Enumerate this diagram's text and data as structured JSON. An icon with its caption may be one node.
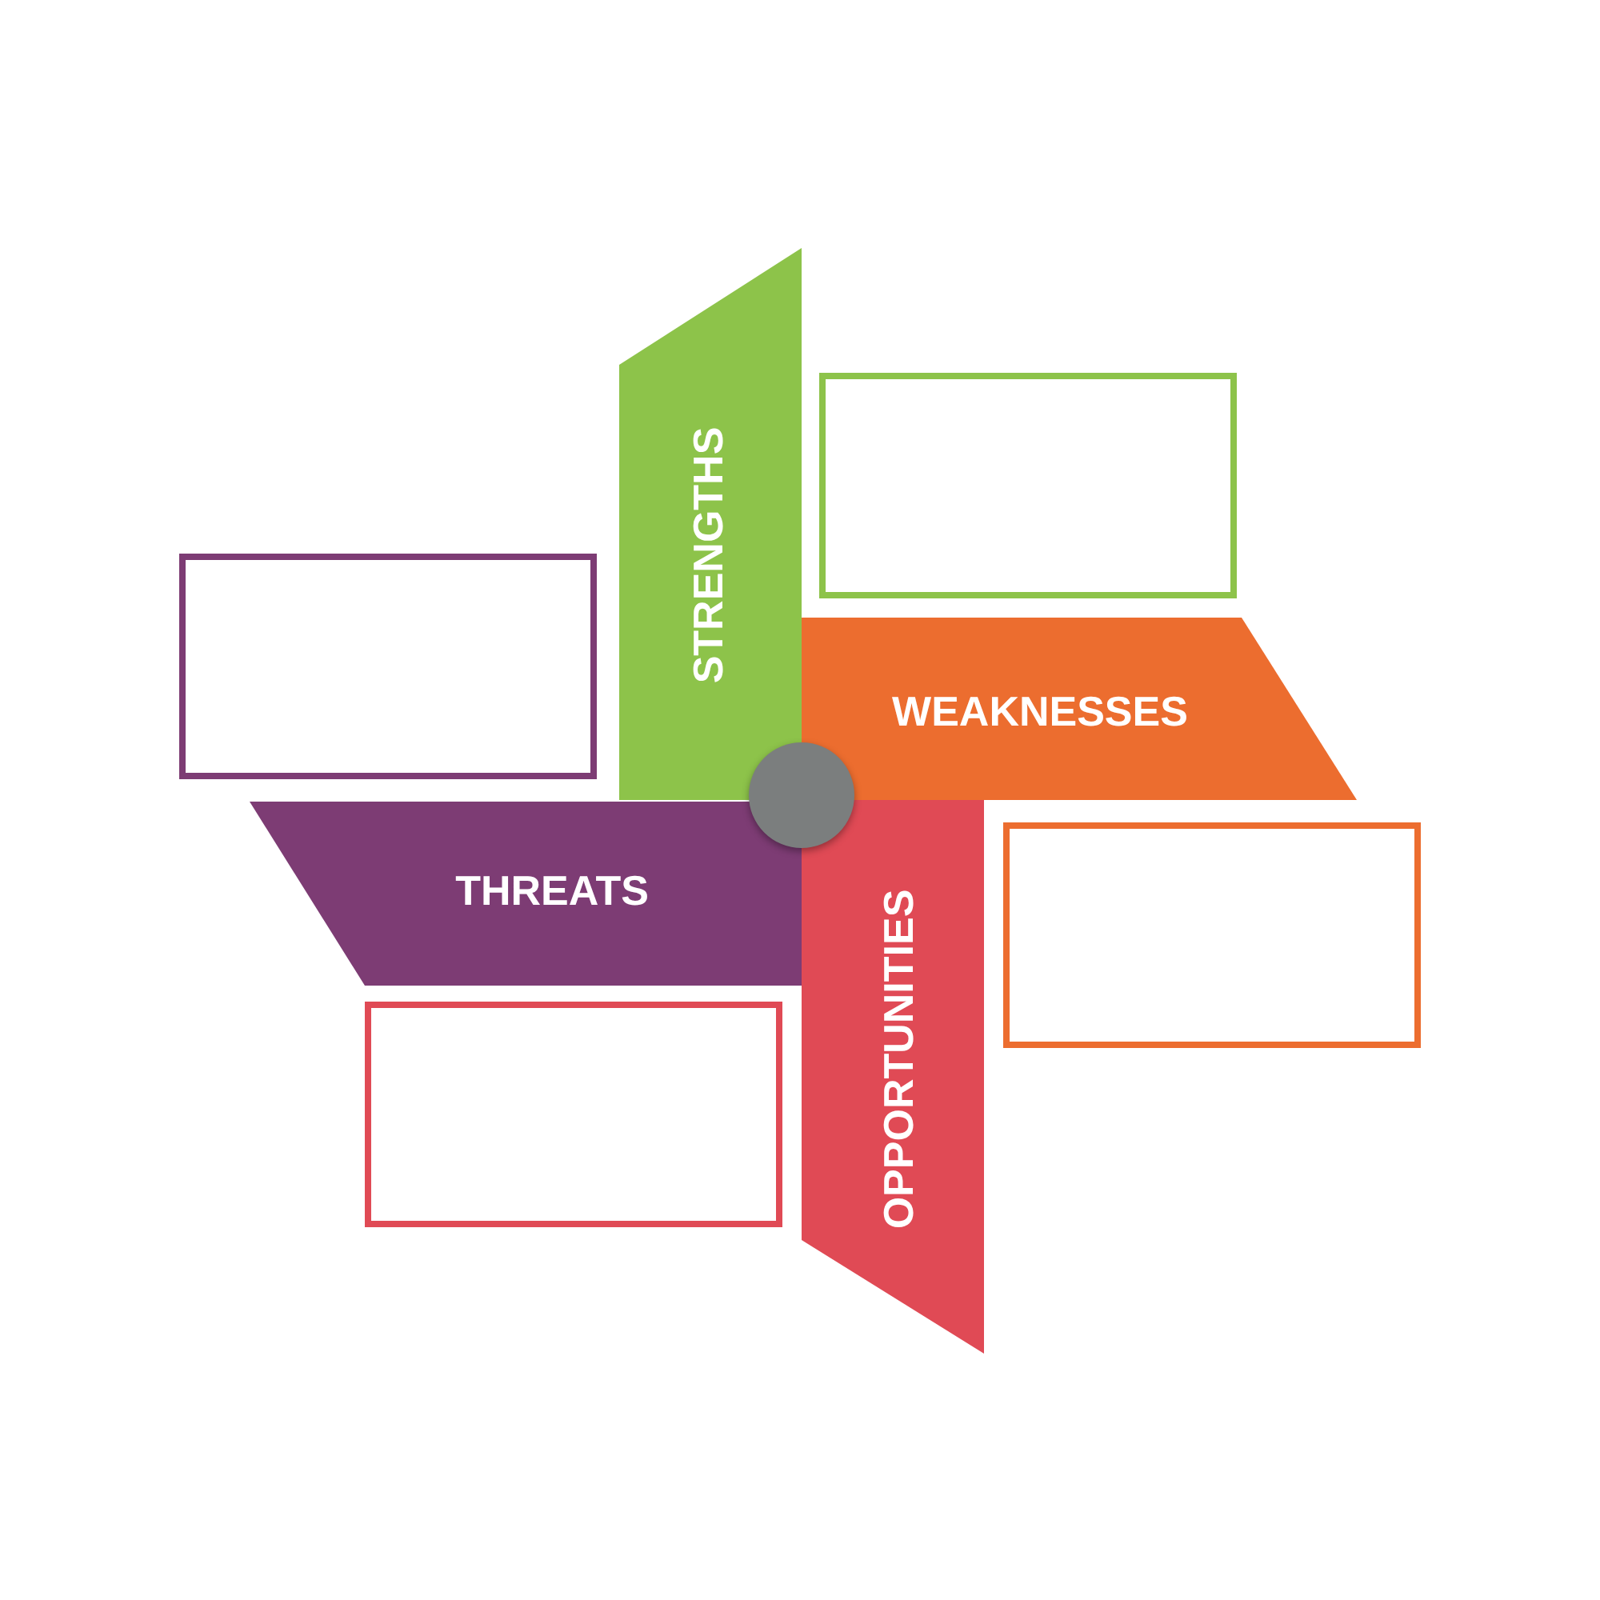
{
  "diagram": {
    "nodes": [
      {
        "text": [
          "STRENGTHS"
        ]
      },
      {
        "text": [],
        "shape": "box"
      },
      {
        "text": [
          "WEAKNESSES"
        ]
      },
      {
        "text": [],
        "shape": "box"
      },
      {
        "text": [
          "OPPORTUNITIES"
        ]
      },
      {
        "text": [],
        "shape": "box"
      },
      {
        "text": [
          "THREATS"
        ]
      },
      {
        "text": [],
        "shape": "box"
      },
      {
        "text": [],
        "shape": "circle"
      }
    ]
  }
}
